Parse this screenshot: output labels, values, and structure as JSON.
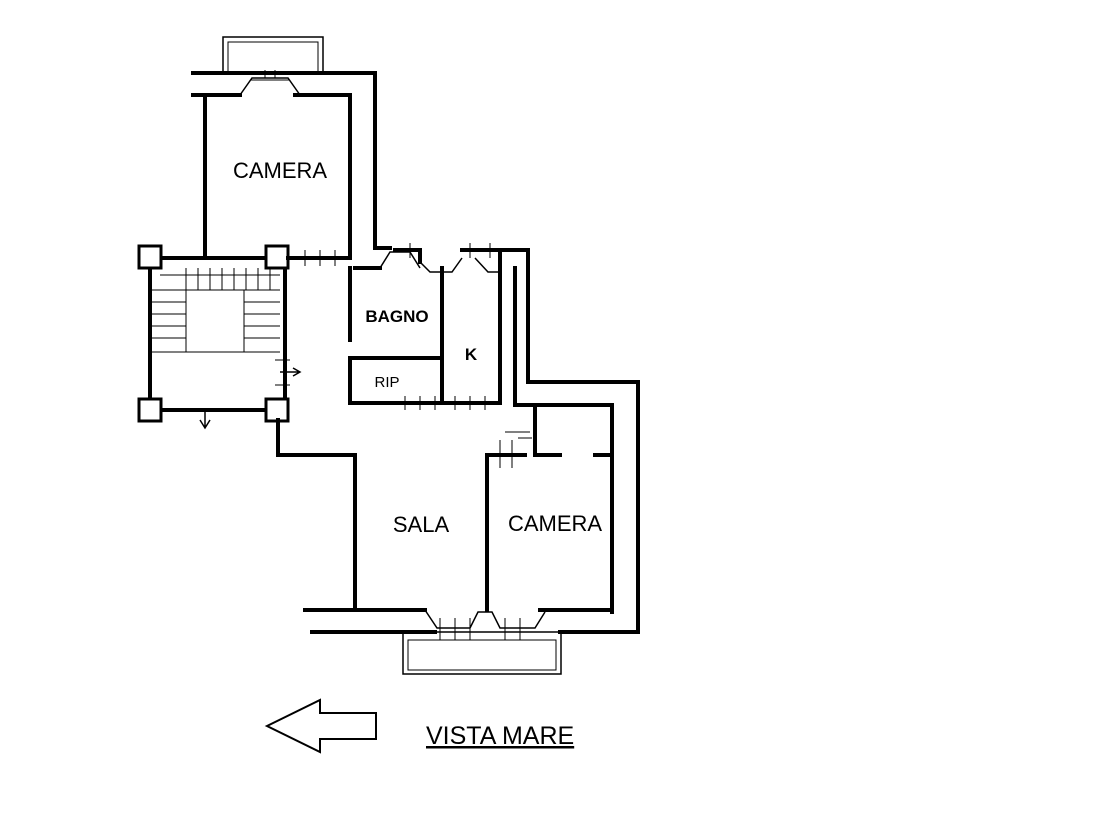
{
  "rooms": {
    "camera_top": "CAMERA",
    "bagno": "BAGNO",
    "kitchen": "K",
    "ripostiglio": "RIP",
    "sala": "SALA",
    "camera_bottom": "CAMERA"
  },
  "orientation": {
    "caption": "VISTA MARE",
    "arrow_direction": "left"
  }
}
